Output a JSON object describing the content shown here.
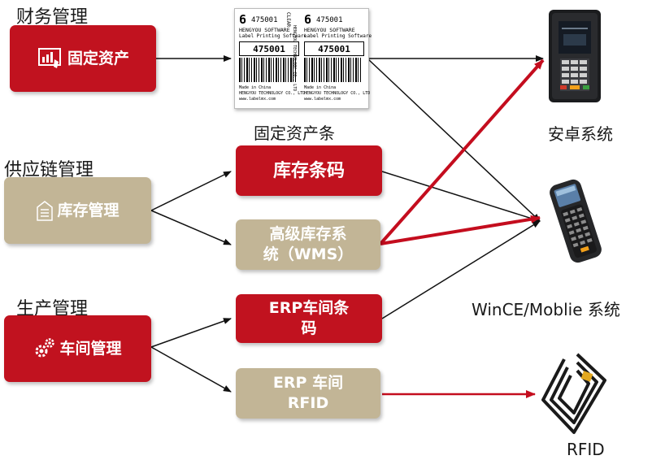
{
  "categories": {
    "finance": {
      "label": "财务管理",
      "box": "固定资产"
    },
    "supply": {
      "label": "供应链管理",
      "box": "库存管理"
    },
    "production": {
      "label": "生产管理",
      "box": "车间管理"
    }
  },
  "modules": {
    "asset_label_caption": "固定资产条",
    "inventory_barcode": "库存条码",
    "wms_line1": "高级库存系",
    "wms_line2": "统（WMS）",
    "erp_barcode_line1": "ERP车间条",
    "erp_barcode_line2": "码",
    "erp_rfid_line1": "ERP 车间",
    "erp_rfid_line2": "RFID"
  },
  "label_sample": {
    "big_digit": "6",
    "number": "475001",
    "clear": "CLEAR",
    "company": "HENGYOU SOFTWARE",
    "product": "Label Printing Software",
    "code": "475001",
    "made_in": "Made in China",
    "company_full": "HENGYOU TECHNOLOGY CO., LTD",
    "website": "www.labelmx.com",
    "vertical": "HENGYOU TECHNOLOGY CO., LTD"
  },
  "targets": {
    "android": "安卓系统",
    "wince": "WinCE/Moblie 系统",
    "rfid": "RFID"
  },
  "colors": {
    "red": "#c1121f",
    "tan": "#c2b596",
    "arrow_red": "#c40d1e"
  }
}
